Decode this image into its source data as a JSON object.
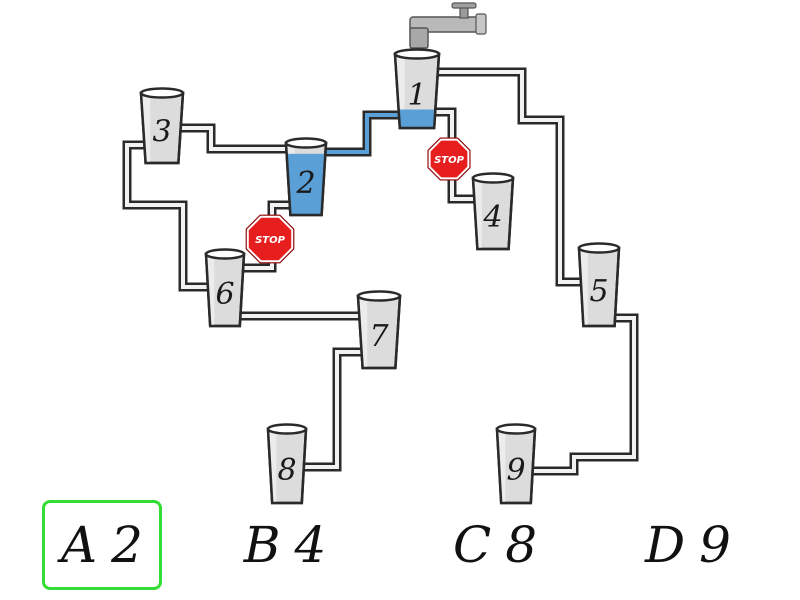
{
  "puzzle": {
    "cups": [
      {
        "id": "1",
        "label": "1",
        "fill": 0.25
      },
      {
        "id": "2",
        "label": "2",
        "fill": 0.85
      },
      {
        "id": "3",
        "label": "3",
        "fill": 0
      },
      {
        "id": "4",
        "label": "4",
        "fill": 0
      },
      {
        "id": "5",
        "label": "5",
        "fill": 0
      },
      {
        "id": "6",
        "label": "6",
        "fill": 0
      },
      {
        "id": "7",
        "label": "7",
        "fill": 0
      },
      {
        "id": "8",
        "label": "8",
        "fill": 0
      },
      {
        "id": "9",
        "label": "9",
        "fill": 0
      }
    ],
    "stop_sign_text": "STOP",
    "stop_sign_count": 2,
    "colors": {
      "water": "#5a9fd6",
      "stop_sign": "#e61e1e",
      "selection": "#33dd33",
      "cup": "#dcdcdc"
    }
  },
  "options": [
    {
      "letter": "A",
      "value": "2",
      "selected": true
    },
    {
      "letter": "B",
      "value": "4",
      "selected": false
    },
    {
      "letter": "C",
      "value": "8",
      "selected": false
    },
    {
      "letter": "D",
      "value": "9",
      "selected": false
    }
  ]
}
